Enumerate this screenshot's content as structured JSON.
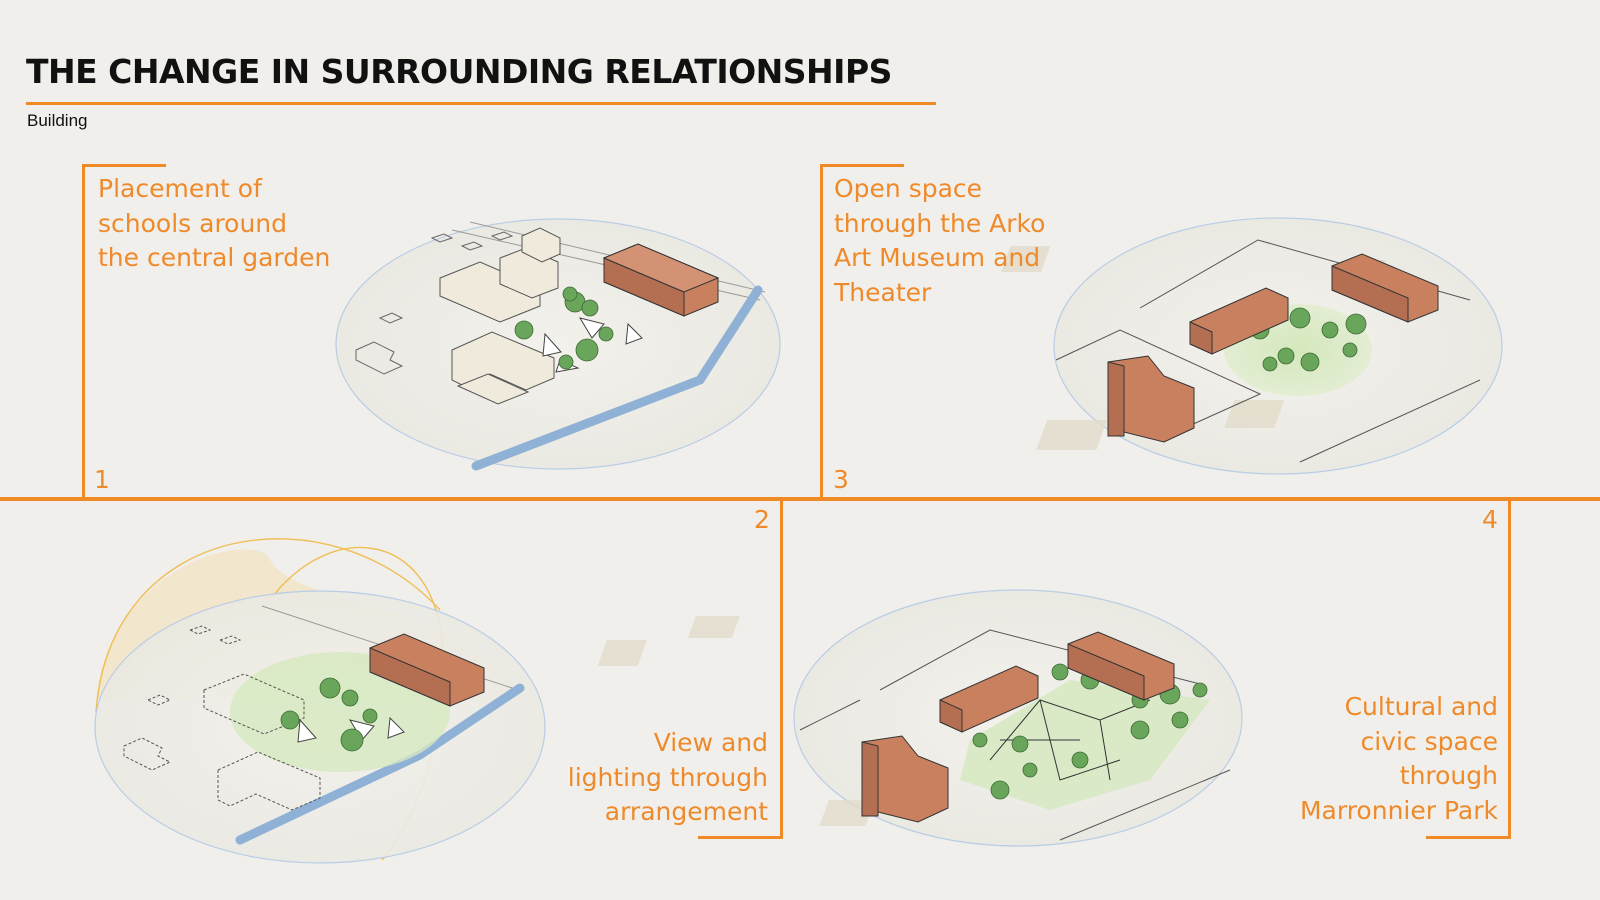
{
  "header": {
    "title": "THE CHANGE IN SURROUNDING RELATIONSHIPS",
    "subtitle": "Building"
  },
  "panels": [
    {
      "number": "1",
      "caption": "Placement of\nschools around\nthe central garden"
    },
    {
      "number": "2",
      "caption": "View and\nlighting through\narrangement"
    },
    {
      "number": "3",
      "caption": "Open space\nthrough the Arko\nArt Museum and\nTheater"
    },
    {
      "number": "4",
      "caption": "Cultural and\ncivic space\nthrough\nMarronnier Park"
    }
  ],
  "colors": {
    "accent": "#f08a24",
    "brick": "#c9805f",
    "garden": "#cfe3b5",
    "river": "#8fb1d6",
    "dome": "#f3d9a0"
  }
}
